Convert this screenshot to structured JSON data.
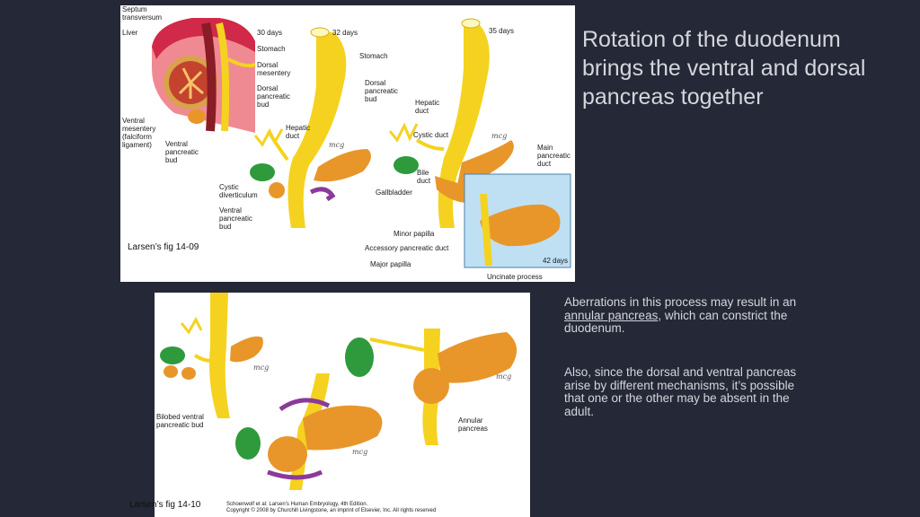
{
  "slide": {
    "title": "Rotation of the duodenum brings the ventral and dorsal pancreas together",
    "para1_before": "Aberrations in this process may result in an ",
    "para1_link": "annular pancreas",
    "para1_after": ", which can constrict the duodenum.",
    "para2": "Also, since the dorsal and ventral pancreas arise by different mechanisms, it’s possible that one or the other may be absent in the adult."
  },
  "figure1": {
    "caption": "Larsen’s fig 14-09",
    "labels": {
      "septum": "Septum\ntransversum",
      "liver": "Liver",
      "days30": "30 days",
      "stomach_a": "Stomach",
      "dorsal_mesentery": "Dorsal\nmesentery",
      "dorsal_bud_a": "Dorsal\npancreatic\nbud",
      "ventral_mesentery": "Ventral\nmesentery\n(falciform\nligament)",
      "ventral_bud_a": "Ventral\npancreatic\nbud",
      "hepatic_duct_a": "Hepatic\nduct",
      "cystic_diverticulum": "Cystic\ndiverticulum",
      "ventral_bud_b": "Ventral\npancreatic\nbud",
      "days32": "32 days",
      "stomach_b": "Stomach",
      "dorsal_bud_b": "Dorsal\npancreatic\nbud",
      "hepatic_duct_b": "Hepatic\nduct",
      "cystic_duct": "Cystic duct",
      "bile_duct": "Bile\nduct",
      "gallbladder": "Gallbladder",
      "days35": "35 days",
      "main_duct": "Main\npancreatic\nduct",
      "minor_papilla": "Minor papilla",
      "accessory_duct": "Accessory pancreatic duct",
      "major_papilla": "Major papilla",
      "days42": "42 days",
      "uncinate": "Uncinate process",
      "signature": "mcg"
    }
  },
  "figure2": {
    "caption": "Larsen’s fig 14-10",
    "labels": {
      "bilobed": "Bilobed ventral\npancreatic bud",
      "annular": "Annular\npancreas",
      "credit": "Schoenwolf et al: Larsen’s Human Embryology, 4th Edition.\nCopyright © 2008 by Churchill Livingstone, an imprint of Elsevier, Inc. All rights reserved",
      "signature": "mcg"
    }
  },
  "colors": {
    "background": "#252836",
    "text": "#d4d6dc",
    "gut_yellow": "#f5d21f",
    "pancreas_orange": "#e8962a",
    "gallbladder_green": "#2e9a3c",
    "liver_red": "#d0294a",
    "arrow_purple": "#8b3a9a",
    "inset_blue": "#bfe0f2"
  }
}
